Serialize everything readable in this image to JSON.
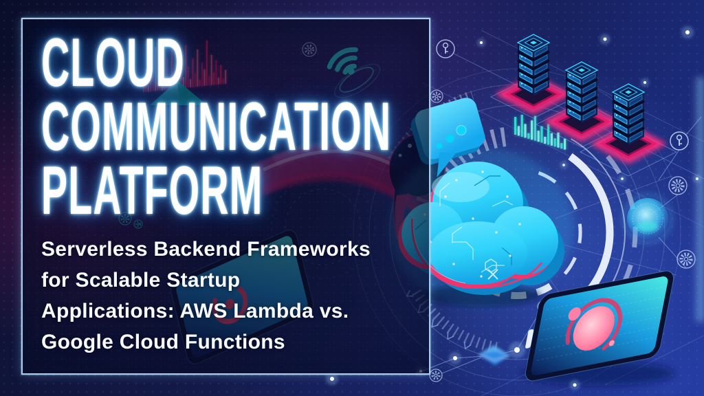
{
  "panel": {
    "title_lines": [
      "CLOUD",
      "COMMUNICATION",
      "PLATFORM"
    ],
    "title_text": "CLOUD COMMUNICATION PLATFORM",
    "subtitle_lines": [
      "Serverless Backend Frameworks",
      "for Scalable Startup",
      "Applications: AWS Lambda vs.",
      "Google Cloud Functions"
    ],
    "subtitle_text": "Serverless Backend Frameworks for Scalable Startup Applications: AWS Lambda vs. Google Cloud Functions"
  },
  "illustration": {
    "icons": [
      {
        "name": "chat-bubble-icon",
        "shape": "isometric speech bubble with three dots"
      },
      {
        "name": "cloud-icon",
        "shape": "isometric cloud with circuit traces"
      },
      {
        "name": "server-tower-icon",
        "count": 3,
        "shape": "stacked server blocks on glowing neon pad"
      },
      {
        "name": "wifi-icon",
        "shape": "three teal signal arcs"
      },
      {
        "name": "envelope-icon",
        "shape": "isometric blue mail envelope"
      },
      {
        "name": "key-icon",
        "shape": "key inside circle"
      },
      {
        "name": "gear-icon",
        "shape": "gear inside circle"
      },
      {
        "name": "globe-sphere-icon",
        "shape": "glowing particle sphere"
      },
      {
        "name": "smartphone-icon",
        "count": 2,
        "shape": "isometric smartphone with glowing screen"
      },
      {
        "name": "equalizer-bars-icon",
        "shape": "vertical audio signal bars"
      }
    ]
  },
  "theme": {
    "background_top_left": "#0a0d28",
    "background_bottom_right": "#1d2f8c",
    "panel_background": "rgba(9,12,38,0.55)",
    "panel_border": "#a9cdea",
    "title_color": "#ffffff",
    "title_glow": "#59c3ff",
    "subtitle_color": "#f8fbff",
    "neon_magenta": "#ff2e7e",
    "neon_crimson": "#e3175e",
    "neon_cyan": "#2fd3fb",
    "neon_teal": "#35e0d4",
    "ring_white": "#eef6ff",
    "server_body": "#101a4a",
    "screen_teal": "#4dece2",
    "envelope_blue": "#2e8fe9"
  }
}
